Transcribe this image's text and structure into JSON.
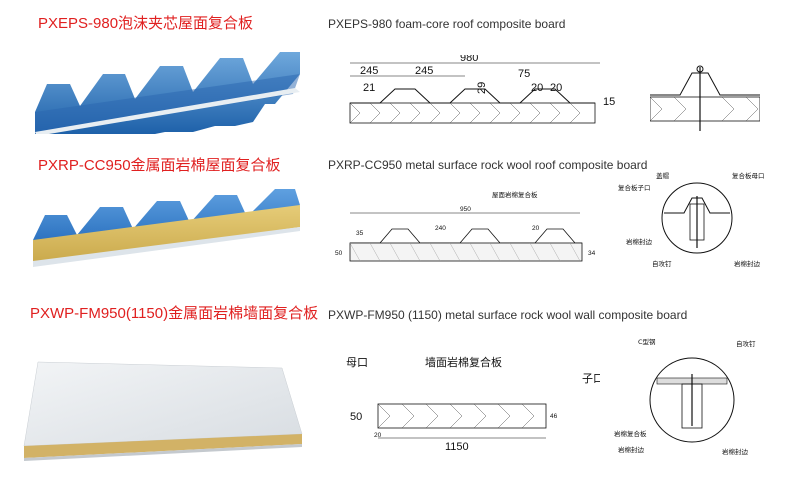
{
  "products": [
    {
      "title_cn": "PXEPS-980泡沫夹芯屋面复合板",
      "title_en": "PXEPS-980 foam-core roof composite board",
      "dims": {
        "total": "980",
        "p1": "245",
        "p2": "245",
        "h": "29",
        "d75": "75",
        "d21": "21",
        "d20a": "20",
        "d20b": "20",
        "d15": "15"
      }
    },
    {
      "title_cn": "PXRP-CC950金属面岩棉屋面复合板",
      "title_en": "PXRP-CC950 metal surface rock wool roof composite board",
      "dims": {
        "total": "950",
        "p": "240",
        "d20": "20",
        "d35": "35",
        "d50": "50",
        "d34": "34"
      },
      "labels": {
        "board": "屋面岩棉复合板",
        "cover": "盖帽",
        "female": "复合板母口",
        "male": "复合板子口",
        "seal1": "岩棉封边",
        "screw": "自攻钉",
        "seal2": "岩棉封边"
      }
    },
    {
      "title_cn": "PXWP-FM950(1150)金属面岩棉墙面复合板",
      "title_en": "PXWP-FM950 (1150) metal surface rock wool wall composite board",
      "dims": {
        "total": "1150",
        "d50": "50",
        "d46": "46",
        "d20": "20"
      },
      "labels": {
        "female": "母口",
        "board": "墙面岩棉复合板",
        "male": "子口",
        "cbeam": "C型钢",
        "screw": "自攻钉",
        "wool_board": "岩棉复合板",
        "seal1": "岩棉封边",
        "seal2": "岩棉封边"
      }
    }
  ]
}
